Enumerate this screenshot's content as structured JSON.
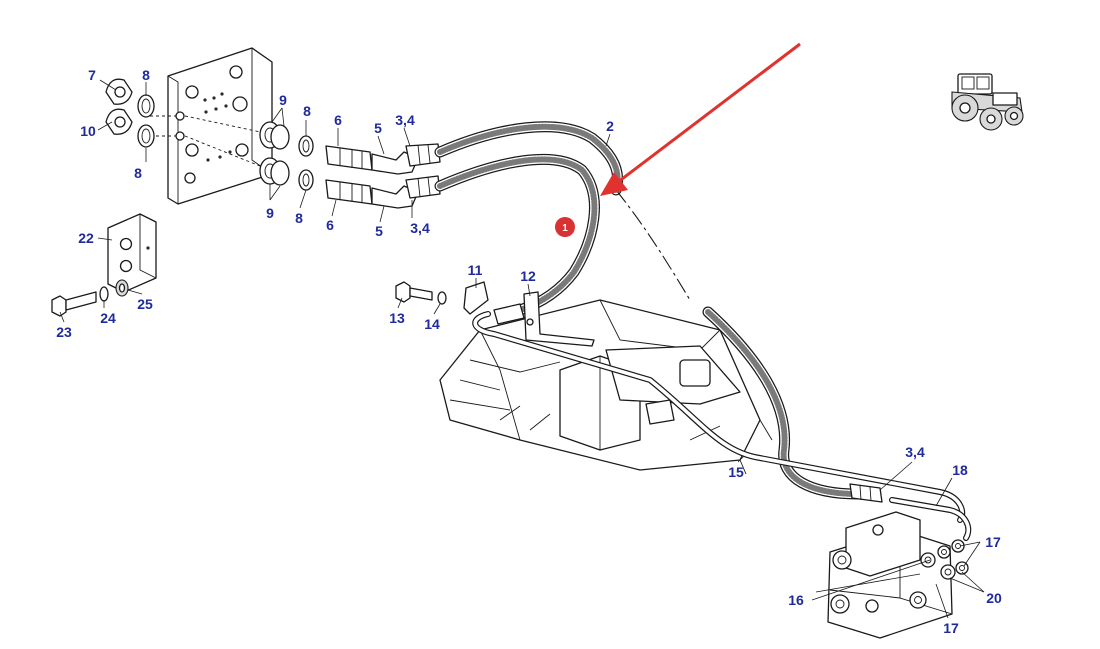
{
  "diagram": {
    "label_color": "#1f2a9c",
    "arrow_color": "#e0322e",
    "badge_color": "#d93232",
    "marker": {
      "text": "1",
      "points_to": "hose-2"
    },
    "callouts": [
      {
        "id": "c7",
        "text": "7"
      },
      {
        "id": "c8a",
        "text": "8"
      },
      {
        "id": "c10",
        "text": "10"
      },
      {
        "id": "c8b",
        "text": "8"
      },
      {
        "id": "c9a",
        "text": "9"
      },
      {
        "id": "c8c",
        "text": "8"
      },
      {
        "id": "c6a",
        "text": "6"
      },
      {
        "id": "c5a",
        "text": "5"
      },
      {
        "id": "c34a",
        "text": "3,4"
      },
      {
        "id": "c2",
        "text": "2"
      },
      {
        "id": "c9b",
        "text": "9"
      },
      {
        "id": "c8d",
        "text": "8"
      },
      {
        "id": "c6b",
        "text": "6"
      },
      {
        "id": "c5b",
        "text": "5"
      },
      {
        "id": "c34b",
        "text": "3,4"
      },
      {
        "id": "c22",
        "text": "22"
      },
      {
        "id": "c23",
        "text": "23"
      },
      {
        "id": "c24",
        "text": "24"
      },
      {
        "id": "c25",
        "text": "25"
      },
      {
        "id": "c11",
        "text": "11"
      },
      {
        "id": "c12",
        "text": "12"
      },
      {
        "id": "c13",
        "text": "13"
      },
      {
        "id": "c14",
        "text": "14"
      },
      {
        "id": "c15",
        "text": "15"
      },
      {
        "id": "c34c",
        "text": "3,4"
      },
      {
        "id": "c18",
        "text": "18"
      },
      {
        "id": "c17a",
        "text": "17"
      },
      {
        "id": "c16",
        "text": "16"
      },
      {
        "id": "c20",
        "text": "20"
      },
      {
        "id": "c17b",
        "text": "17"
      }
    ]
  }
}
